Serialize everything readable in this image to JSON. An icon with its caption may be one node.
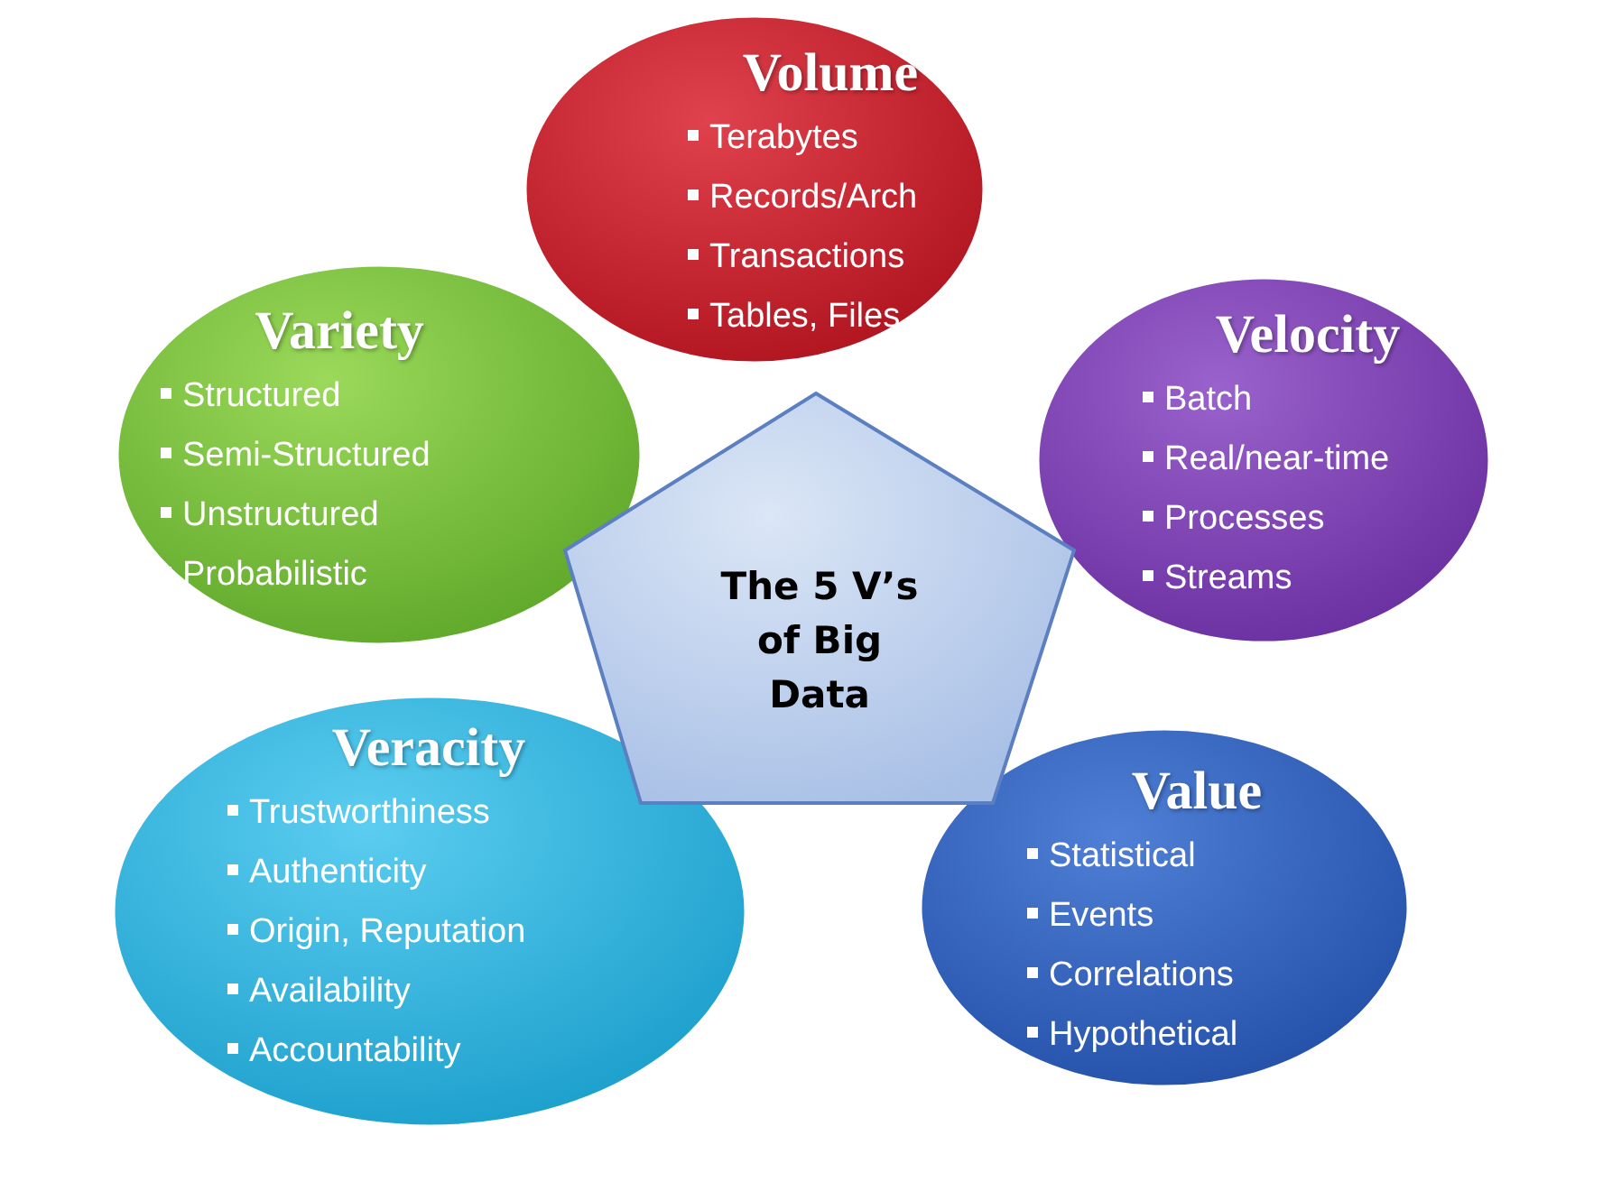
{
  "diagram": {
    "nodes": [
      {
        "text": [
          "Volume",
          "Terabytes",
          "Records/Arch",
          "Transactions",
          "Tables, Files"
        ]
      },
      {
        "text": [
          "Variety",
          "Structured",
          "Semi-Structured",
          "Unstructured",
          "Probabilistic"
        ]
      },
      {
        "text": [
          "Velocity",
          "Batch",
          "Real/near-time",
          "Processes",
          "Streams"
        ]
      },
      {
        "text": [
          "The 5 V’s of Big Data"
        ]
      },
      {
        "text": [
          "Veracity",
          "Trustworthiness",
          "Authenticity",
          "Origin, Reputation",
          "Availability",
          "Accountability"
        ]
      },
      {
        "text": [
          "Value",
          "Statistical",
          "Events",
          "Correlations",
          "Hypothetical"
        ]
      }
    ]
  }
}
